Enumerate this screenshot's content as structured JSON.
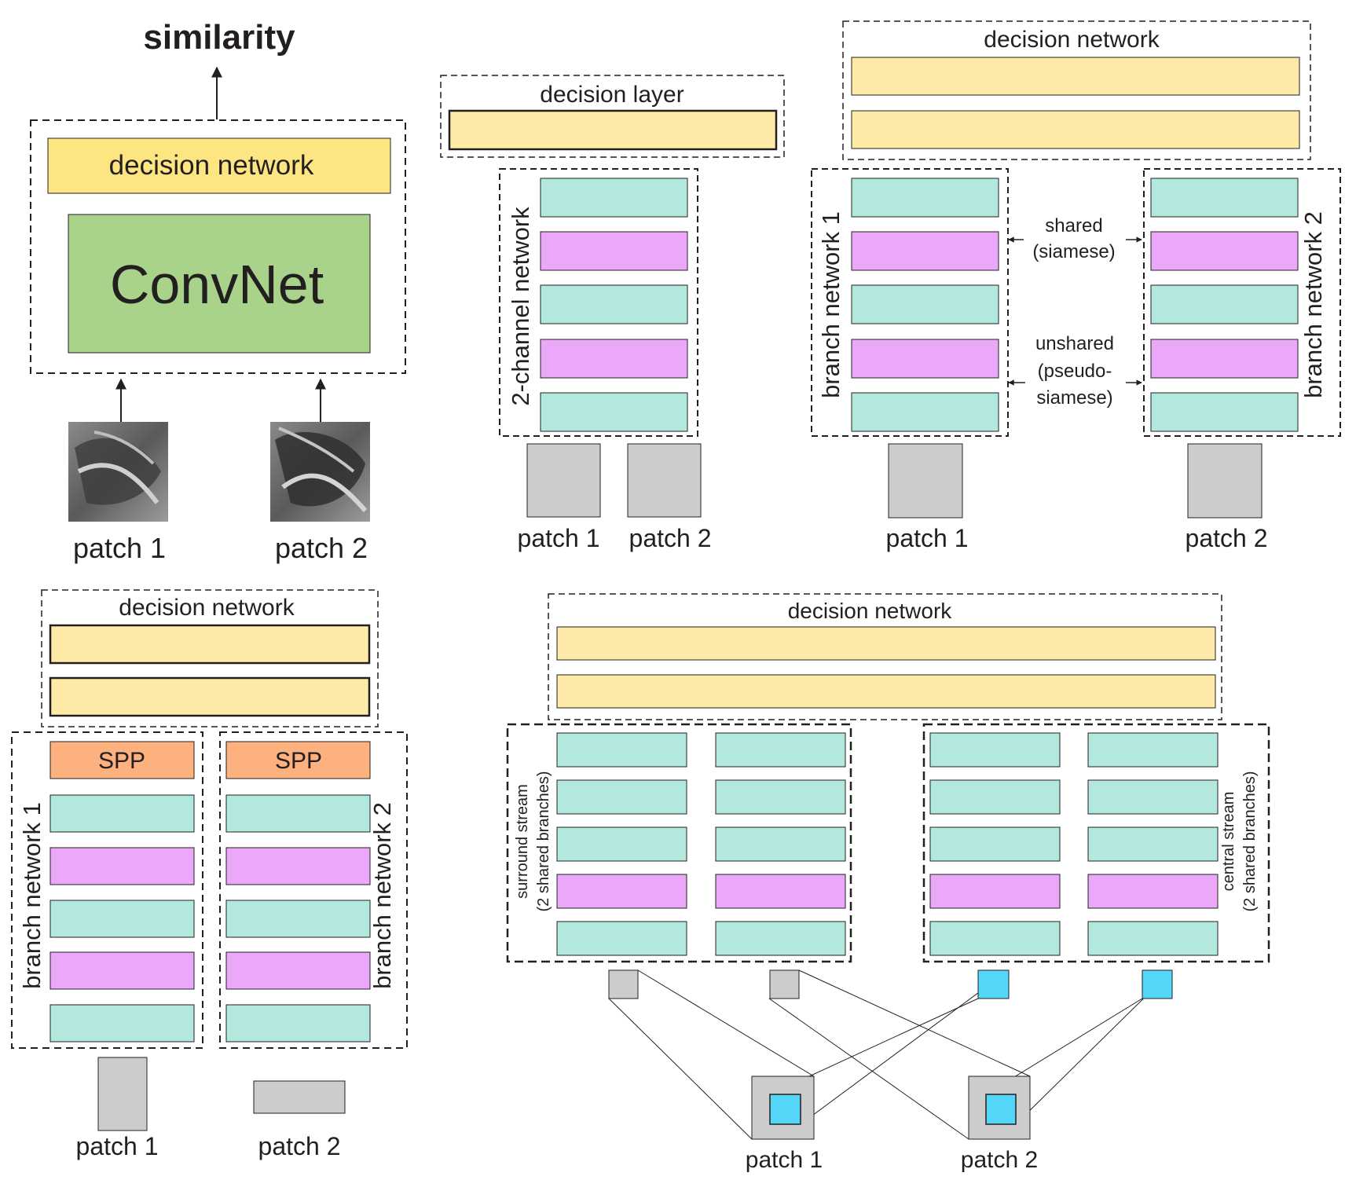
{
  "colors": {
    "yellow_light": "#fdeaa6",
    "yellow": "#fde682",
    "green": "#a9d28a",
    "teal": "#b2e8dd",
    "pink": "#eba8f8",
    "orange": "#fcb17e",
    "gray": "#cccccc",
    "cyan": "#53d6f8"
  },
  "panel_a": {
    "title": "similarity",
    "decision": "decision network",
    "convnet": "ConvNet",
    "patch1": "patch 1",
    "patch2": "patch 2"
  },
  "panel_b": {
    "decision": "decision layer",
    "network": "2-channel network",
    "patch1": "patch 1",
    "patch2": "patch 2"
  },
  "panel_c": {
    "decision": "decision network",
    "branch1": "branch network 1",
    "branch2": "branch network 2",
    "shared_line1": "shared",
    "shared_line2": "(siamese)",
    "unshared_line1": "unshared",
    "unshared_line2": "(pseudo-",
    "unshared_line3": "siamese)",
    "patch1": "patch 1",
    "patch2": "patch 2"
  },
  "panel_d": {
    "decision": "decision network",
    "spp1": "SPP",
    "spp2": "SPP",
    "branch1": "branch network 1",
    "branch2": "branch network 2",
    "patch1": "patch 1",
    "patch2": "patch 2"
  },
  "panel_e": {
    "decision": "decision network",
    "surround_line1": "surround stream",
    "surround_line2": "(2 shared branches)",
    "central_line1": "central stream",
    "central_line2": "(2 shared branches)",
    "patch1": "patch 1",
    "patch2": "patch 2"
  }
}
